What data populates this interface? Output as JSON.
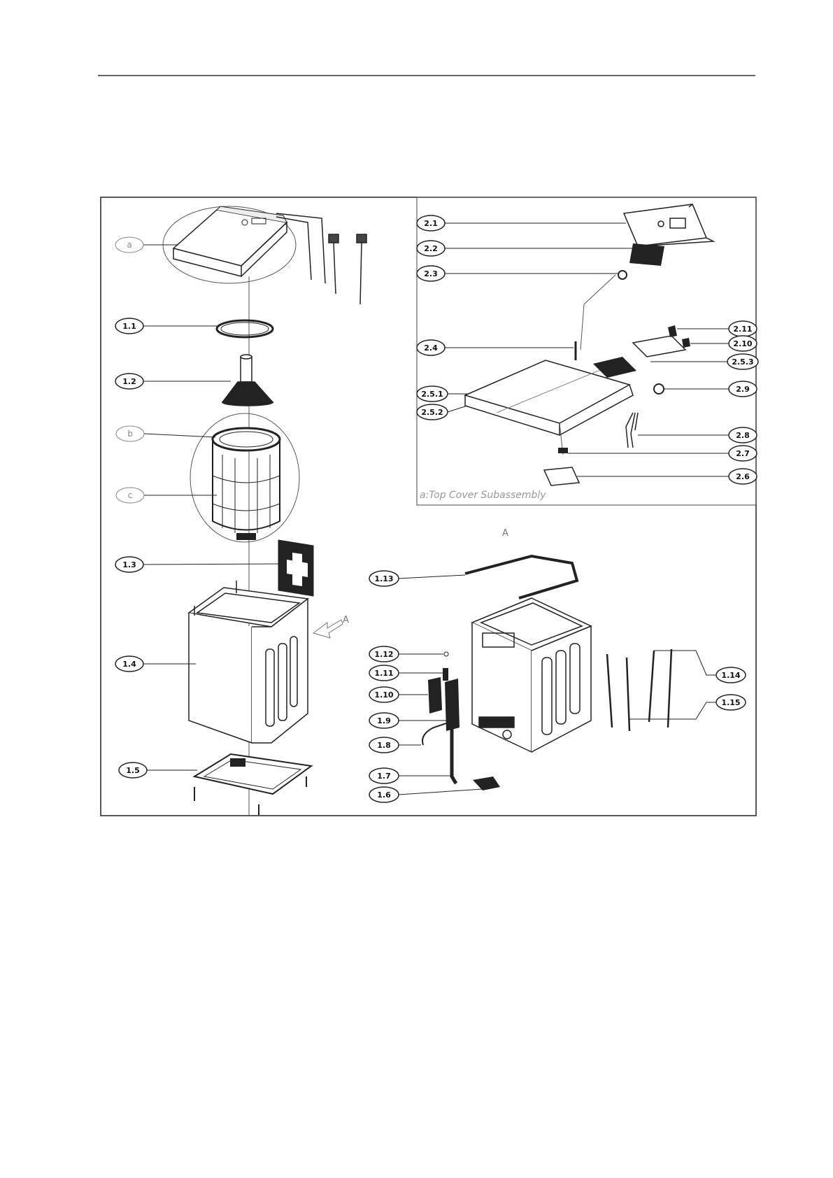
{
  "callouts": {
    "a": "a",
    "b": "b",
    "c": "c",
    "p1_1": "1.1",
    "p1_2": "1.2",
    "p1_3": "1.3",
    "p1_4": "1.4",
    "p1_5": "1.5",
    "p1_6": "1.6",
    "p1_7": "1.7",
    "p1_8": "1.8",
    "p1_9": "1.9",
    "p1_10": "1.10",
    "p1_11": "1.11",
    "p1_12": "1.12",
    "p1_13": "1.13",
    "p1_14": "1.14",
    "p1_15": "1.15",
    "p2_1": "2.1",
    "p2_2": "2.2",
    "p2_3": "2.3",
    "p2_4": "2.4",
    "p2_5_1": "2.5.1",
    "p2_5_2": "2.5.2",
    "p2_5_3": "2.5.3",
    "p2_6": "2.6",
    "p2_7": "2.7",
    "p2_8": "2.8",
    "p2_9": "2.9",
    "p2_10": "2.10",
    "p2_11": "2.11"
  },
  "inset_caption": "a:Top Cover Subassembly",
  "view_marker": "A"
}
